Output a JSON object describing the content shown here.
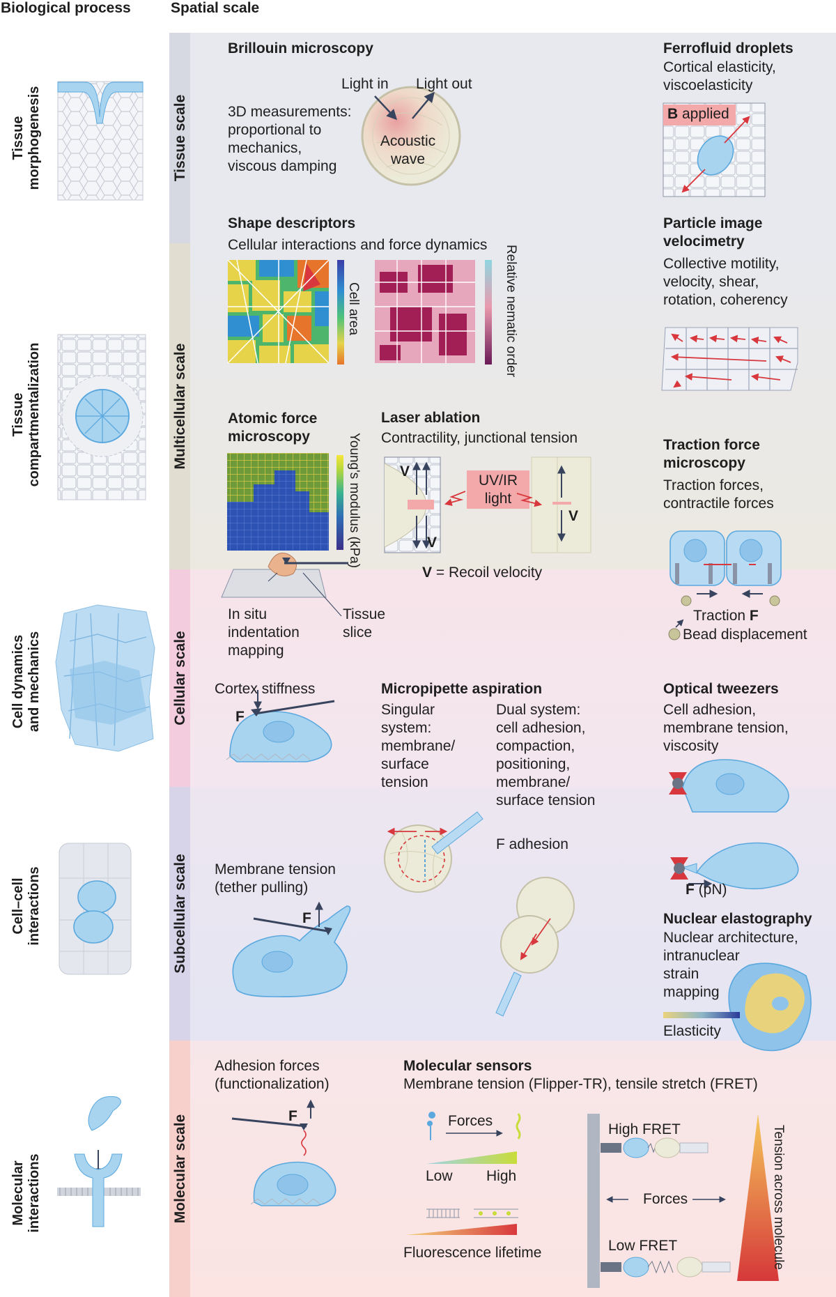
{
  "headers": {
    "biological_process": "Biological process",
    "spatial_scale": "Spatial scale"
  },
  "scales": {
    "tissue": "Tissue scale",
    "multicellular": "Multicellular scale",
    "cellular": "Cellular scale",
    "subcellular": "Subcellular scale",
    "molecular": "Molecular scale"
  },
  "processes": {
    "p1": "Tissue\nmorphogenesis",
    "p2": "Tissue\ncompartmentalization",
    "p3": "Cell dynamics\nand mechanics",
    "p4": "Cell–cell\ninteractions",
    "p5": "Molecular\ninteractions"
  },
  "brillouin": {
    "title": "Brillouin microscopy",
    "desc": "3D measurements:\nproportional to\nmechanics,\nviscous damping",
    "light_in": "Light in",
    "light_out": "Light out",
    "wave": "Acoustic\nwave"
  },
  "ferrofluid": {
    "title": "Ferrofluid droplets",
    "desc": "Cortical elasticity,\nviscoelasticity",
    "b_bold": "B",
    "b_rest": " applied"
  },
  "shape": {
    "title": "Shape descriptors",
    "desc": "Cellular interactions and force dynamics",
    "cell_area": "Cell area",
    "nematic": "Relative\nnematic order"
  },
  "piv": {
    "title": "Particle image\nvelocimetry",
    "desc": "Collective motility,\nvelocity, shear,\nrotation, coherency"
  },
  "afm": {
    "title": "Atomic force\nmicroscopy",
    "youngs": "Young's modulus (kPa)",
    "in_situ": "In situ\nindentation\nmapping",
    "slice": "Tissue\nslice"
  },
  "laser": {
    "title": "Laser ablation",
    "desc": "Contractility, junctional tension",
    "uvir": "UV/IR\nlight",
    "v": "V",
    "recoil_bold": "V",
    "recoil_rest": " = Recoil velocity"
  },
  "traction": {
    "title": "Traction force\nmicroscopy",
    "desc": "Traction forces,\ncontractile forces",
    "tf": "Traction ",
    "tf_bold": "F",
    "bead": "Bead displacement"
  },
  "cortex": {
    "label": "Cortex stiffness",
    "f": "F"
  },
  "micropipette": {
    "title": "Micropipette aspiration",
    "singular": "Singular\nsystem:\nmembrane/\nsurface\ntension",
    "dual": "Dual system:\ncell adhesion,\ncompaction,\npositioning,\nmembrane/\nsurface tension",
    "f_adhesion": "F adhesion"
  },
  "optical": {
    "title": "Optical tweezers",
    "desc": "Cell adhesion,\nmembrane tension,\nviscosity",
    "f_bold": "F",
    "f_rest": " (pN)"
  },
  "membrane": {
    "label": "Membrane tension\n(tether pulling)",
    "f": "F"
  },
  "nuclear": {
    "title": "Nuclear elastography",
    "desc": "Nuclear architecture,\nintranuclear\nstrain\nmapping",
    "elasticity": "Elasticity"
  },
  "adhesion": {
    "label": "Adhesion forces\n(functionalization)",
    "f": "F"
  },
  "sensors": {
    "title": "Molecular sensors",
    "desc": "Membrane tension (Flipper-TR), tensile stretch (FRET)",
    "forces": "Forces",
    "low": "Low",
    "high": "High",
    "lifetime": "Fluorescence lifetime",
    "high_fret": "High FRET",
    "low_fret": "Low FRET",
    "forces2": "Forces",
    "tension": "Tension across molecule"
  },
  "colors": {
    "tissue": "#e8e9ee",
    "multicellular": "#ebe9e3",
    "cellular": "#f8e6ec",
    "subcellular": "#e7e6f2",
    "molecular": "#fae6e6",
    "cell_blue": "#a9d4f0",
    "cell_blue_dark": "#5aa8de",
    "arrow_red": "#d8383d",
    "uv_pink": "#f3a9aa"
  }
}
